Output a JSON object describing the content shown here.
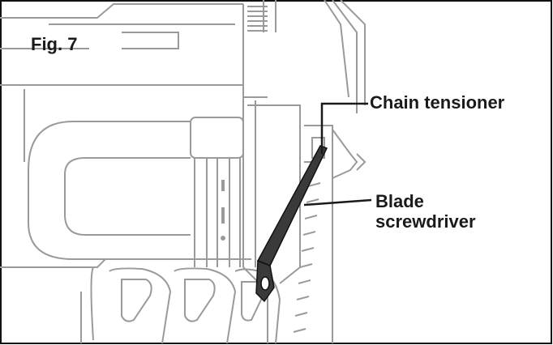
{
  "figure": {
    "fig_label": "Fig. 7",
    "callouts": {
      "chain_tensioner": "Chain tensioner",
      "blade_screwdriver_line1": "Blade",
      "blade_screwdriver_line2": "screwdriver"
    }
  },
  "colors": {
    "line_art": "#9a9a9a",
    "callout": "#1a1a1a",
    "tool": "#3a3a3a"
  }
}
